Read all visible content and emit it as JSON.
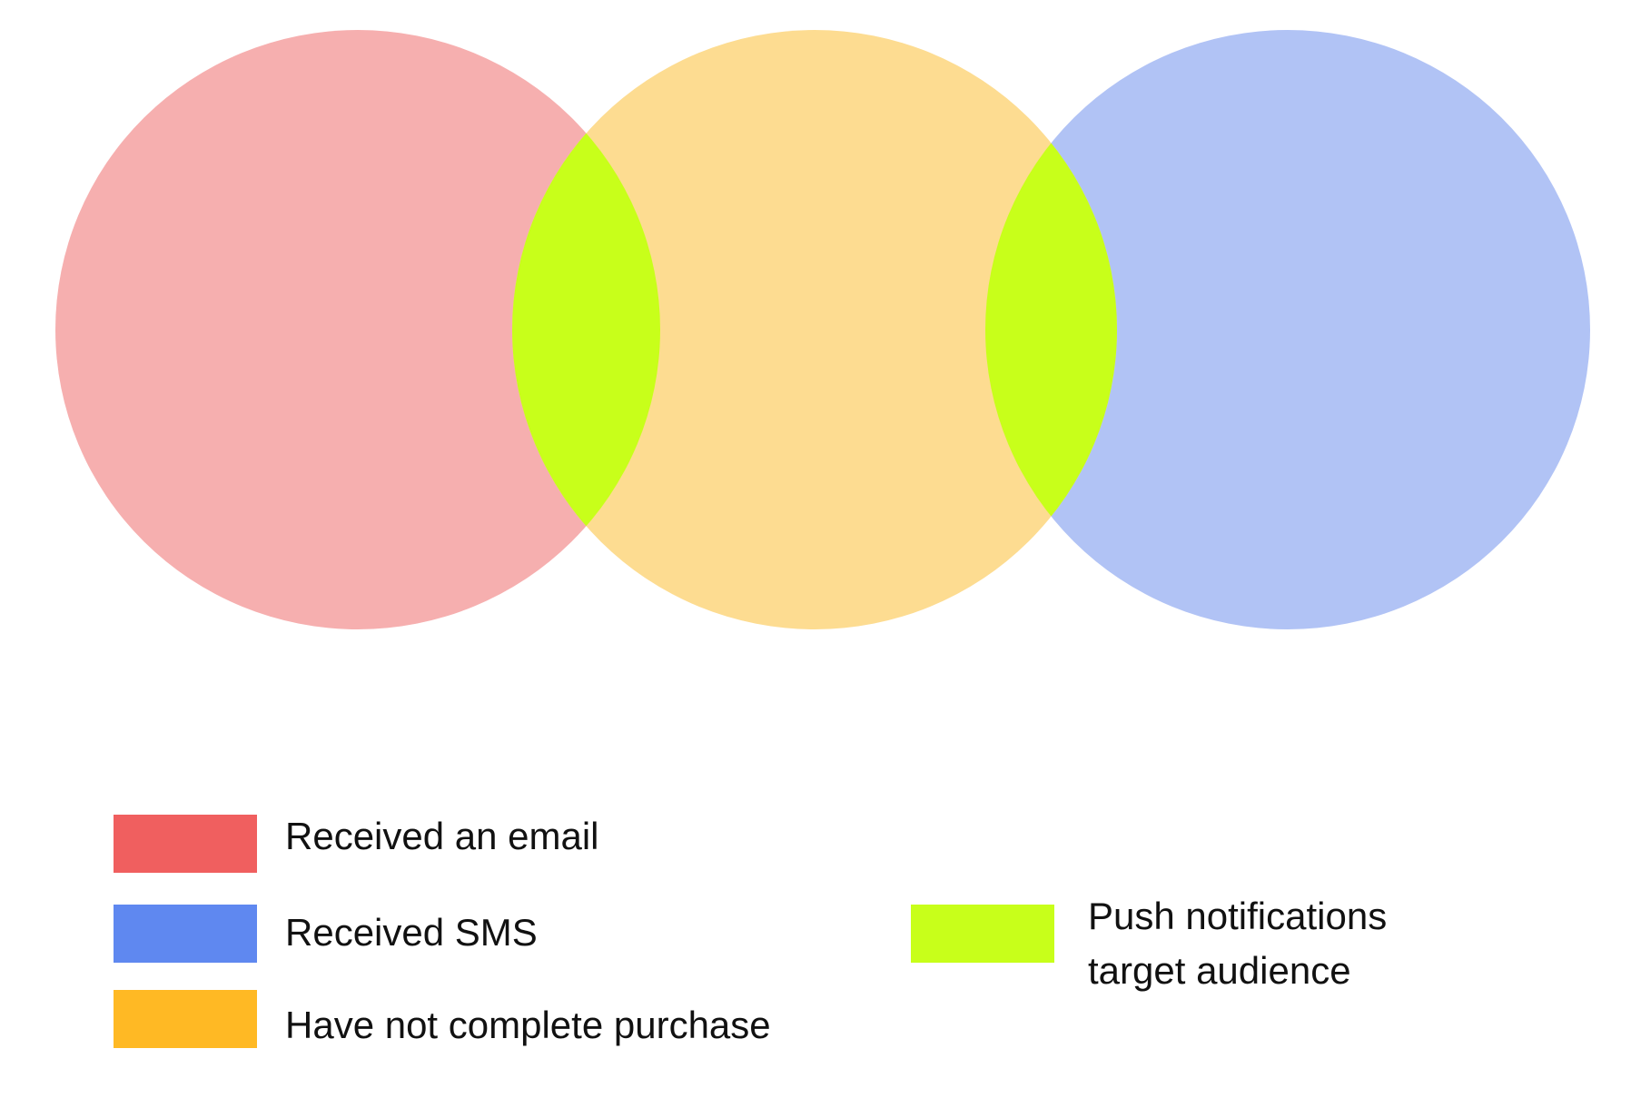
{
  "diagram": {
    "sets": [
      {
        "id": "email",
        "fill": "#f6afaf"
      },
      {
        "id": "purchase",
        "fill": "#fddc91"
      },
      {
        "id": "sms",
        "fill": "#b1c3f5"
      }
    ],
    "overlap_fill": "#c8ff1a"
  },
  "legend": {
    "items": [
      {
        "label": "Received an email",
        "color": "#f05f5f"
      },
      {
        "label": "Received SMS",
        "color": "#5f88f0"
      },
      {
        "label": "Have not complete purchase",
        "color": "#ffb924"
      },
      {
        "label_line1": "Push notifications",
        "label_line2": "target audience",
        "color": "#c8ff1a"
      }
    ]
  }
}
